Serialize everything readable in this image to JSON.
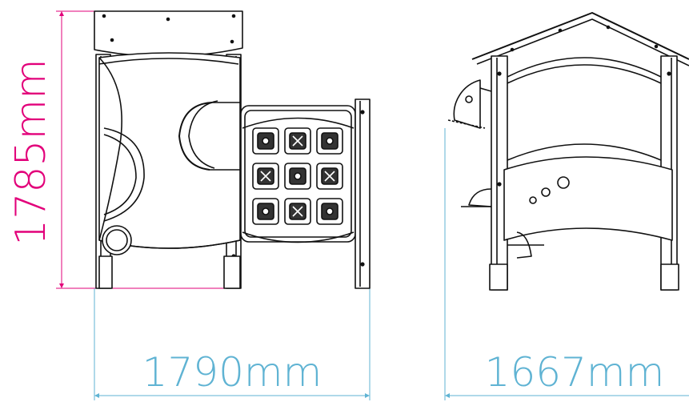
{
  "dimensions": {
    "height_label": "1785mm",
    "width_label": "1790mm",
    "depth_label": "1667mm"
  },
  "colors": {
    "height_dim": "#e2007a",
    "width_dim": "#5fb3d3",
    "line": "#111111",
    "background": "#ffffff"
  },
  "views": {
    "left": "front-elevation",
    "right": "side-elevation"
  }
}
